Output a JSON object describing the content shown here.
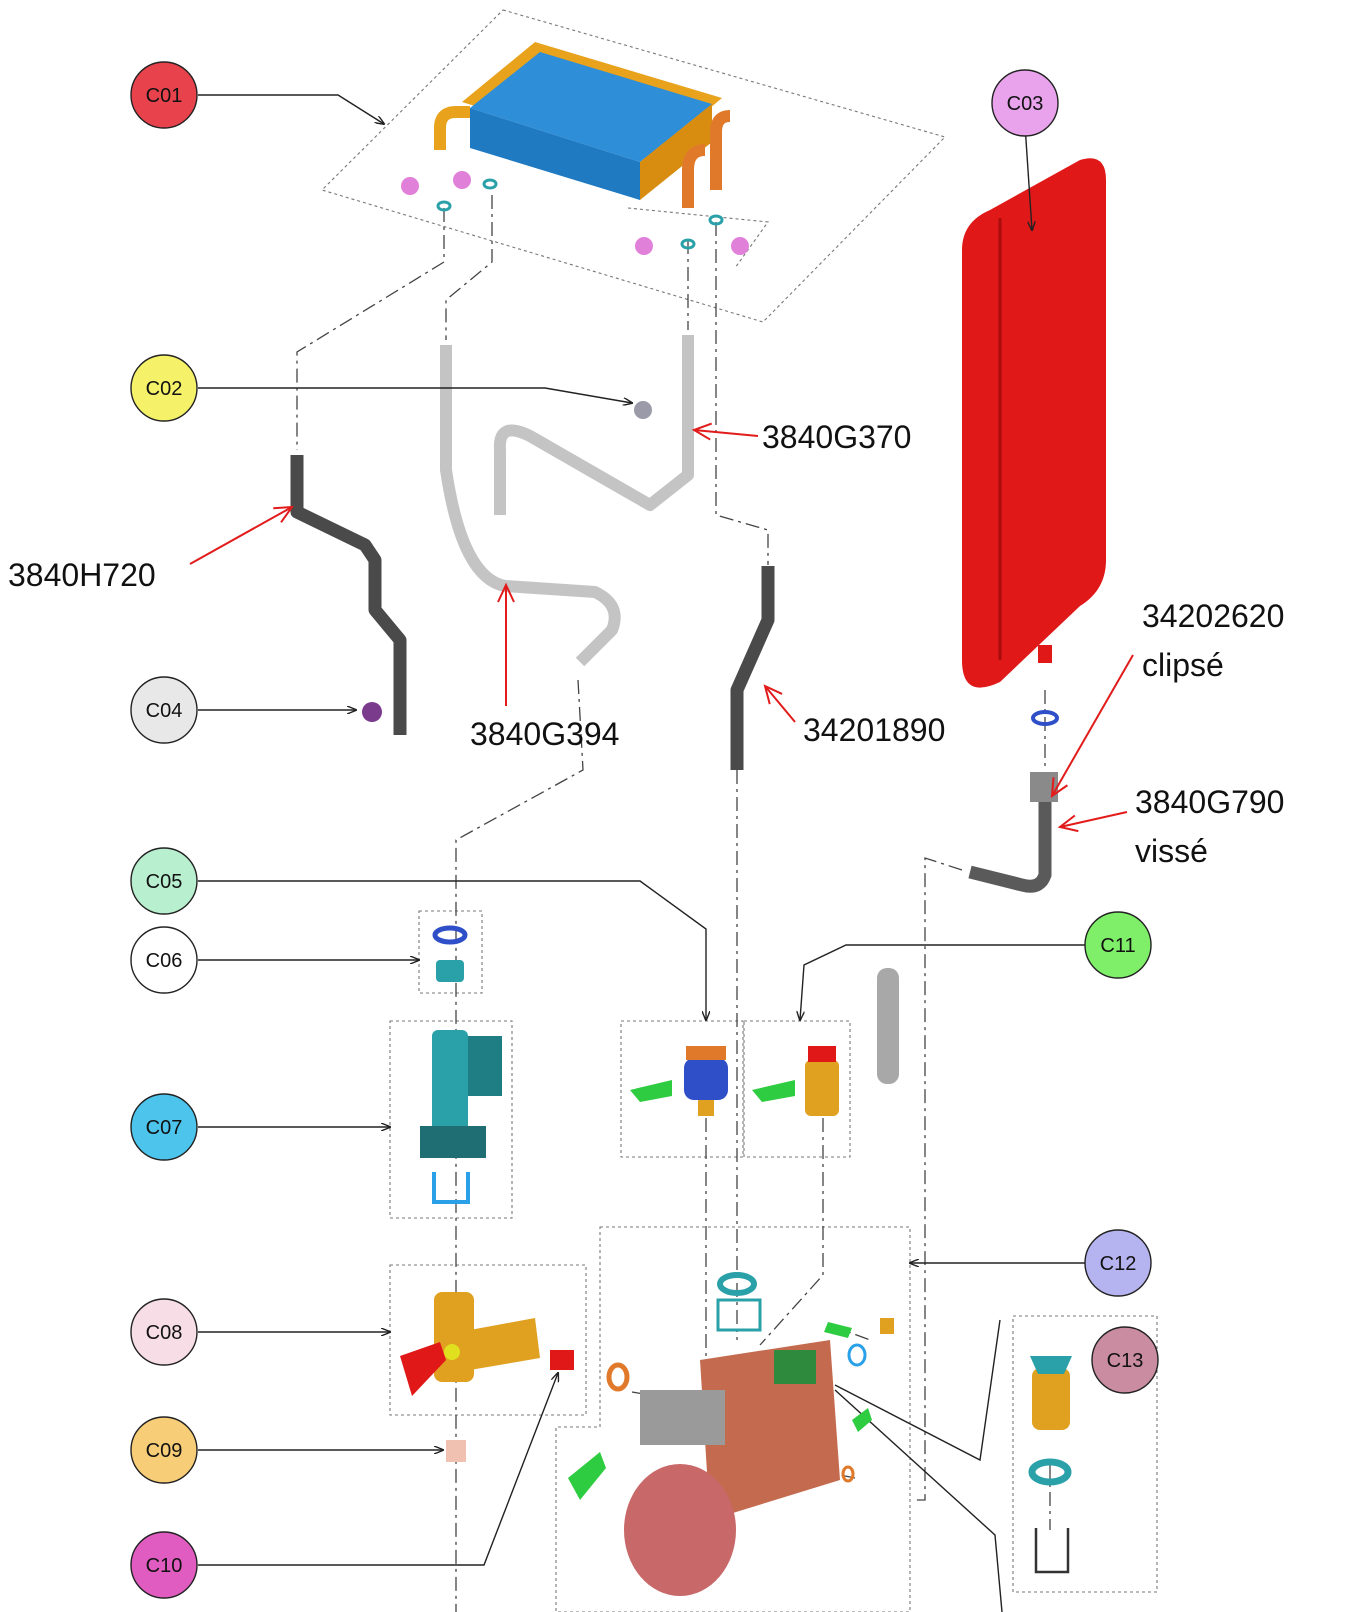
{
  "callouts": [
    {
      "code": "C01",
      "color": "#e8434d"
    },
    {
      "code": "C02",
      "color": "#f5f26a"
    },
    {
      "code": "C03",
      "color": "#e8a3ec"
    },
    {
      "code": "C04",
      "color": "#e8e8e8"
    },
    {
      "code": "C05",
      "color": "#b8efcf"
    },
    {
      "code": "C06",
      "color": "#ffffff"
    },
    {
      "code": "C07",
      "color": "#4cc4ec"
    },
    {
      "code": "C08",
      "color": "#f6dde6"
    },
    {
      "code": "C09",
      "color": "#f8cd78"
    },
    {
      "code": "C10",
      "color": "#e05cc0"
    },
    {
      "code": "C11",
      "color": "#7fef6a"
    },
    {
      "code": "C12",
      "color": "#b6b4f0"
    },
    {
      "code": "C13",
      "color": "#c98ca0"
    }
  ],
  "references": [
    {
      "text": "3840G370"
    },
    {
      "text": "3840H720"
    },
    {
      "text": "3840G394"
    },
    {
      "text": "34201890"
    },
    {
      "text": "34202620"
    },
    {
      "text": "clipsé"
    },
    {
      "text": "3840G790"
    },
    {
      "text": "vissé"
    }
  ],
  "colors": {
    "heat_exchanger": "#2e8fd8",
    "heat_exchanger_frame": "#e8a21c",
    "copper": "#e07a2a",
    "expansion_vessel": "#e01818",
    "pipe_dark": "#4a4a4a",
    "pipe_light": "#c4c4c4",
    "annotation_arrow": "#e21b1b",
    "pump_body": "#c46a4e",
    "pump_head": "#c86868",
    "brass": "#e0a020",
    "teal": "#2aa0a8",
    "clip_green": "#2ecc40",
    "clip_pink": "#e080d8"
  }
}
